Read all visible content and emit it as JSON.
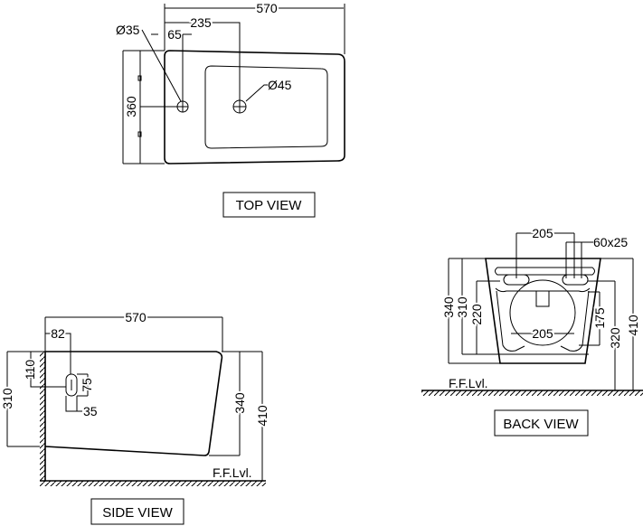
{
  "top_view": {
    "title": "TOP VIEW",
    "width": "570",
    "hole_offset": "235",
    "tap_offset": "65",
    "tap_hole_dia": "Ø35",
    "drain_dia": "Ø45",
    "depth": "360"
  },
  "side_view": {
    "title": "SIDE VIEW",
    "width": "570",
    "slot_offset": "82",
    "slot_height_pos": "110",
    "slot_h": "75",
    "slot_w": "35",
    "height_back": "310",
    "height_front": "340",
    "total_height": "410",
    "floor": "F.F.Lvl."
  },
  "back_view": {
    "title": "BACK VIEW",
    "slot_spacing": "205",
    "slot_size": "60x25",
    "bowl_width": "205",
    "h340": "340",
    "h310": "310",
    "h220": "220",
    "h175": "175",
    "h320": "320",
    "h410": "410",
    "floor": "F.F.Lvl."
  }
}
